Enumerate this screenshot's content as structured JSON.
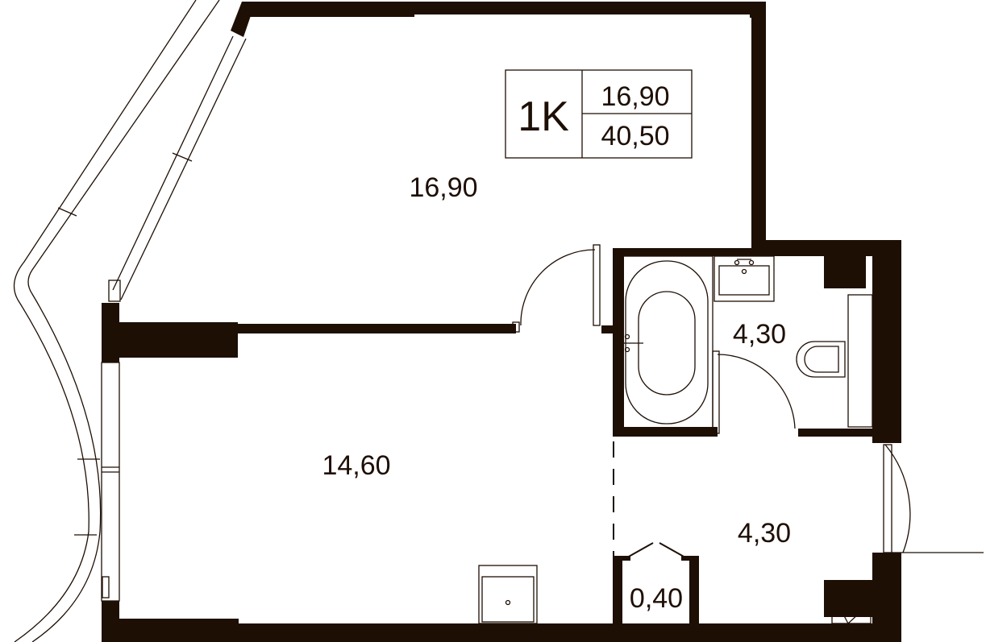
{
  "badge": {
    "type": "1K",
    "living_area": "16,90",
    "total_area": "40,50"
  },
  "rooms": [
    {
      "name": "room-bedroom",
      "area": "16,90"
    },
    {
      "name": "room-kitchen-living",
      "area": "14,60"
    },
    {
      "name": "room-bathroom",
      "area": "4,30"
    },
    {
      "name": "room-hallway",
      "area": "4,30"
    },
    {
      "name": "room-closet",
      "area": "0,40"
    }
  ],
  "colors": {
    "wall": "#1e0f05",
    "background": "#ffffff"
  }
}
